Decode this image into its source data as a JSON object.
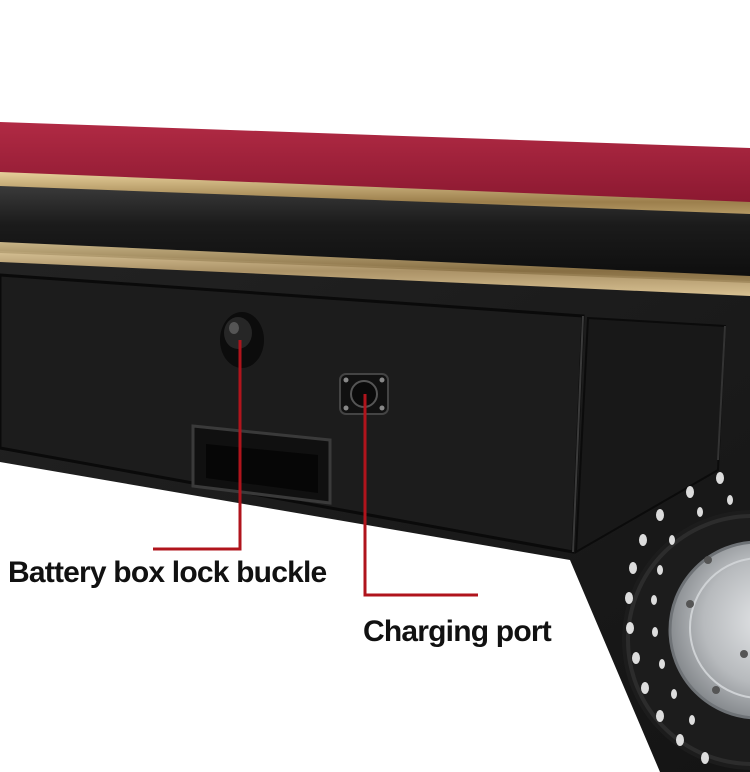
{
  "callouts": {
    "battery_lock": {
      "label": "Battery box lock buckle",
      "icon": "lock-buckle"
    },
    "charging_port": {
      "label": "Charging port",
      "icon": "charging-port"
    }
  },
  "colors": {
    "grip_tape": "#a0203a",
    "deck_trim": "#c7a56a",
    "enclosure": "#1a1a1a",
    "callout_line": "#b0141c",
    "wheel_hub": "#b9bcbf"
  }
}
